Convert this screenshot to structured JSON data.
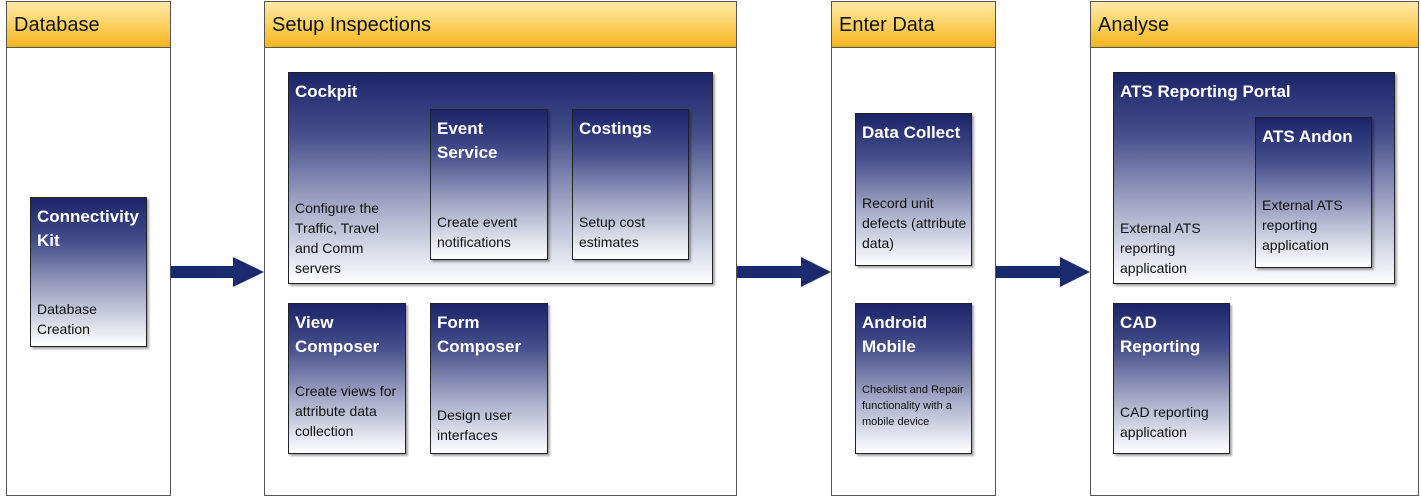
{
  "lanes": {
    "database": "Database",
    "setup": "Setup Inspections",
    "enter": "Enter Data",
    "analyse": "Analyse"
  },
  "boxes": {
    "connectivity_kit": {
      "title": "Connectivity Kit",
      "desc": "Database Creation"
    },
    "cockpit": {
      "title": "Cockpit",
      "desc": "Configure the Traffic, Travel and Comm servers"
    },
    "event_service": {
      "title": "Event Service",
      "desc": "Create event notifications"
    },
    "costings": {
      "title": "Costings",
      "desc": "Setup cost estimates"
    },
    "view_composer": {
      "title": "View Composer",
      "desc": "Create views for attribute data collection"
    },
    "form_composer": {
      "title": "Form Composer",
      "desc": "Design user interfaces"
    },
    "data_collect": {
      "title": "Data Collect",
      "desc": "Record unit defects (attribute data)"
    },
    "android_mobile": {
      "title": "Android Mobile",
      "desc": "Checklist and Repair functionality with a mobile device"
    },
    "ats_portal": {
      "title": "ATS Reporting Portal",
      "desc": "External ATS reporting application"
    },
    "ats_andon": {
      "title": "ATS Andon",
      "desc": "External ATS reporting application"
    },
    "cad_reporting": {
      "title": "CAD Reporting",
      "desc": "CAD reporting application"
    }
  },
  "colors": {
    "header_top": "#fde9a6",
    "header_bottom": "#f5b41f",
    "box_dark": "#1b2468",
    "arrow": "#1a2a6e"
  }
}
